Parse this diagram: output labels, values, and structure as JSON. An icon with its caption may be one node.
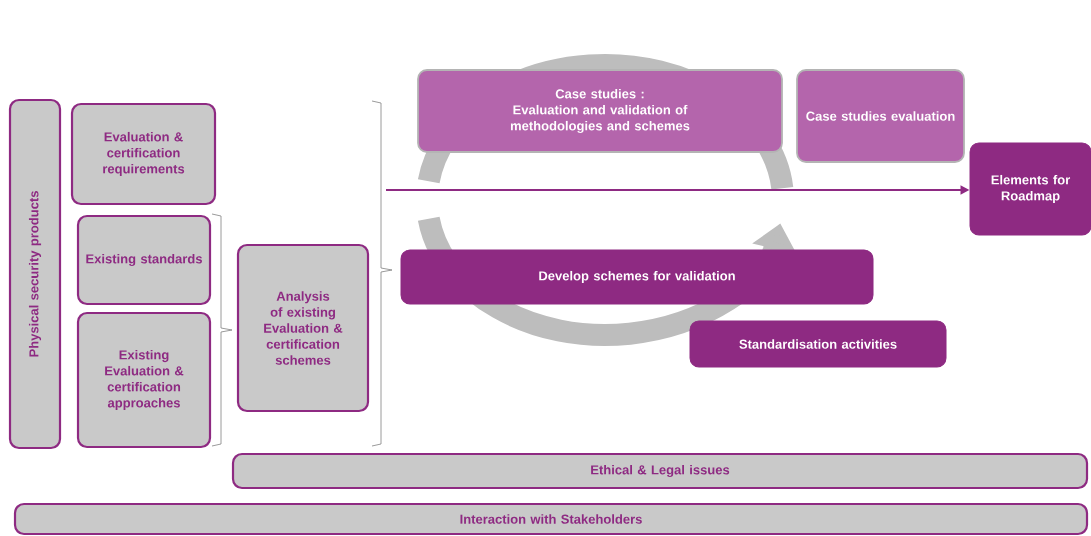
{
  "diagram": {
    "nodes": [
      {
        "text": [
          "Physical security products"
        ]
      },
      {
        "text": [
          "Evaluation & certification requirements"
        ]
      },
      {
        "text": [
          "Existing standards"
        ]
      },
      {
        "text": [
          "Existing Evaluation & certification approaches"
        ]
      },
      {
        "text": [
          "Analysis of existing Evaluation & certification schemes"
        ]
      },
      {
        "text": [
          "Case studies :",
          "Evaluation and validation of methodologies and schemes"
        ]
      },
      {
        "text": [
          "Case studies evaluation"
        ]
      },
      {
        "text": [
          "Elements for Roadmap"
        ]
      },
      {
        "text": [
          "Develop schemes for validation"
        ]
      },
      {
        "text": [
          "Standardisation activities"
        ]
      },
      {
        "text": [
          "Ethical & Legal issues"
        ]
      },
      {
        "text": [
          "Interaction with Stakeholders"
        ]
      }
    ],
    "edges": [
      {
        "from": null,
        "to": 7,
        "arrow": "to"
      }
    ]
  }
}
